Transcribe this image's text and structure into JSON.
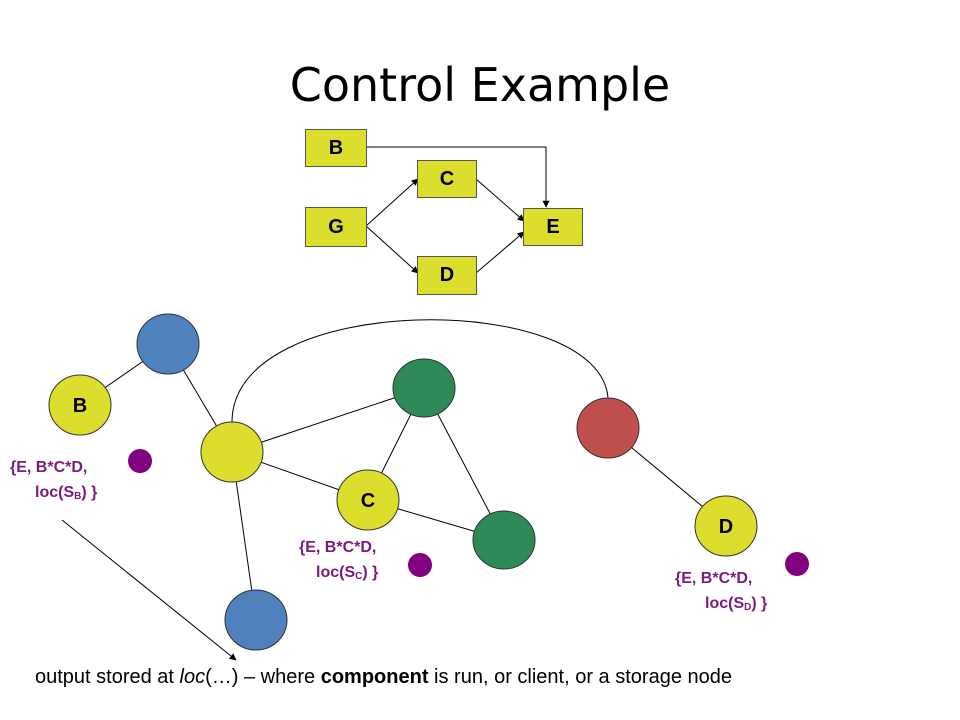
{
  "title": "Control Example",
  "flow": {
    "boxes": [
      "B",
      "C",
      "G",
      "E",
      "D"
    ]
  },
  "graph": {
    "node_labels": {
      "b": "B",
      "c": "C",
      "d": "D"
    }
  },
  "annotations": [
    {
      "line1": "{E, B*C*D,",
      "line2_pre": "loc(S",
      "sub": "B",
      "line2_post": ") }"
    },
    {
      "line1": "{E, B*C*D,",
      "line2_pre": "loc(S",
      "sub": "C",
      "line2_post": ") }"
    },
    {
      "line1": "{E, B*C*D,",
      "line2_pre": "loc(S",
      "sub": "D",
      "line2_post": ") }"
    }
  ],
  "caption": {
    "part1": "output stored at ",
    "loc": "loc",
    "part2": "(…) – where ",
    "component": "component",
    "part3": " is run, or client, or a storage node"
  },
  "colors": {
    "yellow": "#dddd2e",
    "blue": "#4f81bd",
    "green": "#2e8b57",
    "red": "#c0504d",
    "purple": "#800080",
    "label_text": "#7a1a7a"
  }
}
